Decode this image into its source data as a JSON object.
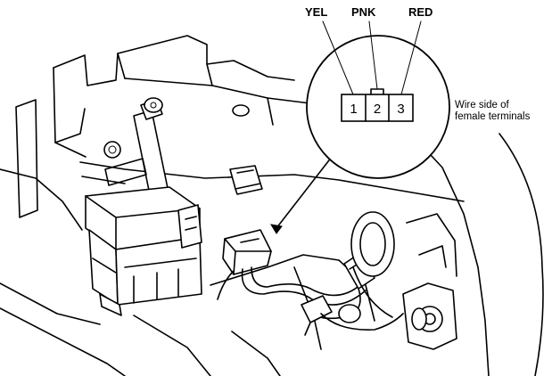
{
  "wire_colors": {
    "yel": "YEL",
    "pnk": "PNK",
    "red": "RED"
  },
  "pins": [
    "1",
    "2",
    "3"
  ],
  "caption": {
    "line1": "Wire side of",
    "line2": "female terminals"
  }
}
